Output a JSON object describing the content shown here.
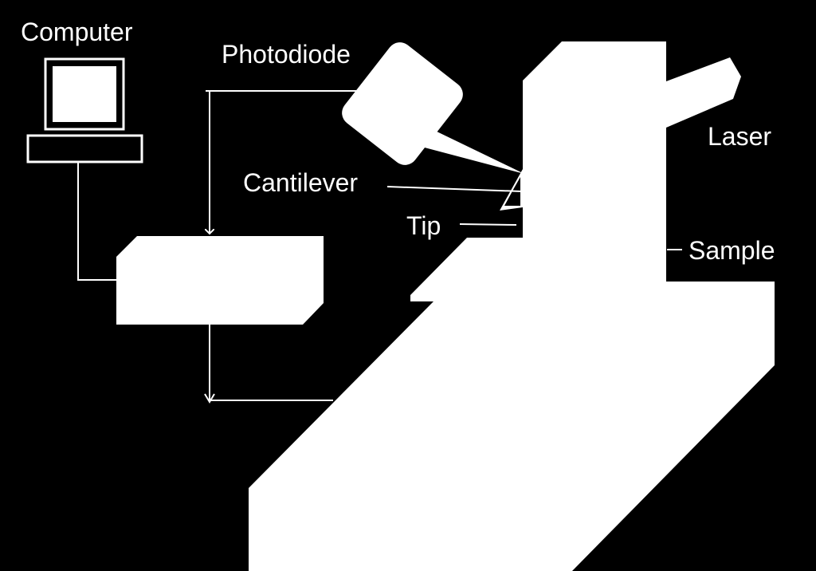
{
  "labels": {
    "computer": "Computer",
    "photodiode": "Photodiode",
    "laser": "Laser",
    "cantilever": "Cantilever",
    "tip": "Tip",
    "sample": "Sample"
  },
  "colors": {
    "background": "#000000",
    "foreground": "#ffffff"
  }
}
